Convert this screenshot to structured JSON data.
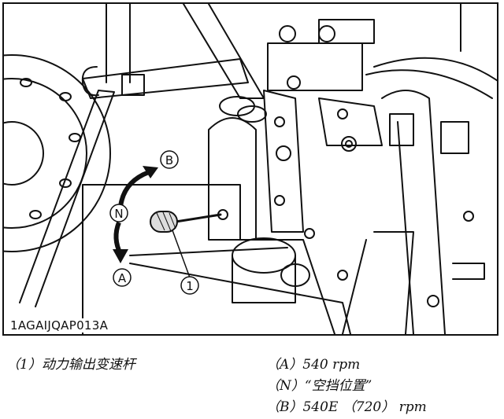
{
  "figure": {
    "image_code": "1AGAIJQAP013A",
    "callouts": {
      "part_1": "1",
      "position_a": "A",
      "position_n": "N",
      "position_b": "B"
    }
  },
  "legend": {
    "items": [
      "（1）动力输出变速杆"
    ],
    "positions": [
      "（A）540 rpm",
      "（N）“空挡位置”",
      "（B）540E （720） rpm"
    ]
  }
}
